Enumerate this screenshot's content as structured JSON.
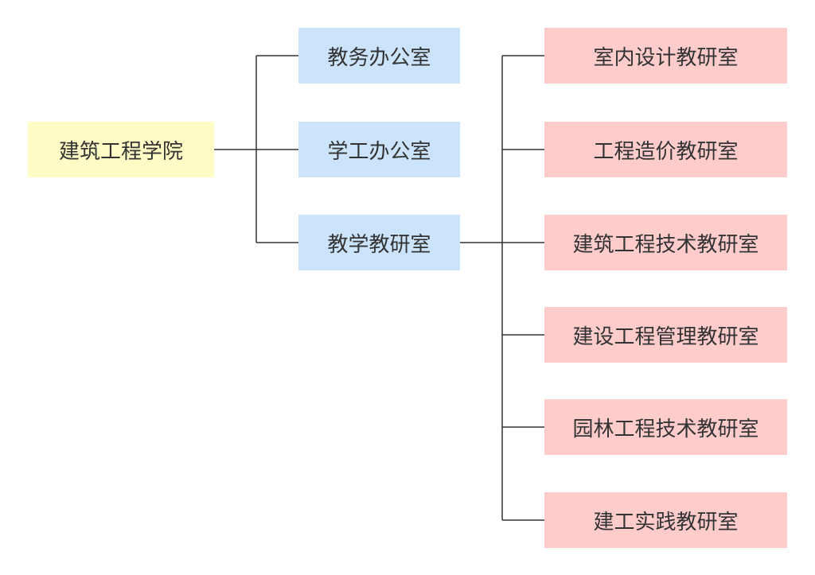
{
  "diagram": {
    "root": {
      "label": "建筑工程学院"
    },
    "level1": [
      {
        "label": "教务办公室"
      },
      {
        "label": "学工办公室"
      },
      {
        "label": "教学教研室"
      }
    ],
    "level2": [
      {
        "label": "室内设计教研室"
      },
      {
        "label": "工程造价教研室"
      },
      {
        "label": "建筑工程技术教研室"
      },
      {
        "label": "建设工程管理教研室"
      },
      {
        "label": "园林工程技术教研室"
      },
      {
        "label": "建工实践教研室"
      }
    ],
    "colors": {
      "root_fill": "#fffcc5",
      "level1_fill": "#cce4fb",
      "level2_fill": "#ffcccc",
      "connector": "#333333",
      "text": "#333333"
    }
  }
}
